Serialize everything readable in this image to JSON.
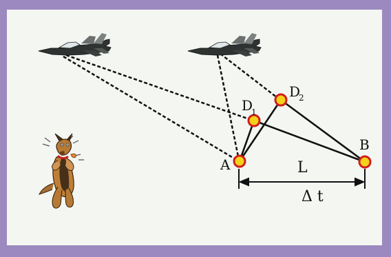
{
  "diagram": {
    "labels": {
      "A": "A",
      "B": "B",
      "D1_main": "D",
      "D1_sub": "1",
      "D2_main": "D",
      "D2_sub": "2",
      "L": "L",
      "delta_t": "Δ t"
    },
    "colors": {
      "frame": "#9b89c0",
      "panel": "#f3f6f1",
      "point_fill": "#f2d21a",
      "point_ring": "#d11d1d",
      "line": "#111111"
    },
    "icons": {
      "jet_left": "fighter-jet-icon",
      "jet_right": "fighter-jet-icon",
      "dog": "dog-icon"
    }
  }
}
